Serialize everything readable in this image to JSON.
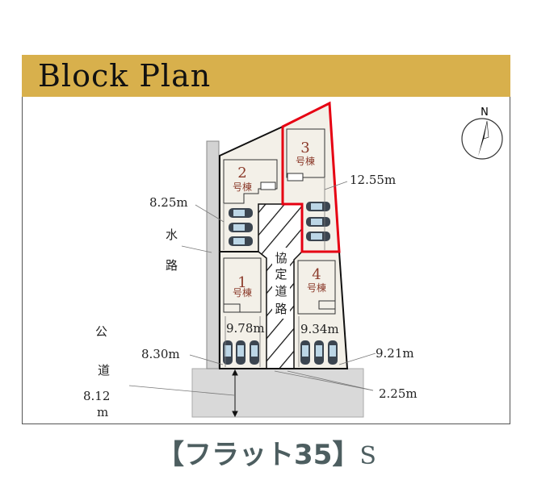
{
  "header": {
    "title": "Block Plan"
  },
  "compass": {
    "label": "N"
  },
  "lots": [
    {
      "number": "1",
      "suffix": "号棟",
      "frontage": "9.78m"
    },
    {
      "number": "2",
      "suffix": "号棟",
      "frontage": "8.25m"
    },
    {
      "number": "3",
      "suffix": "号棟",
      "frontage": "12.55m"
    },
    {
      "number": "4",
      "suffix": "号棟",
      "frontage": "9.34m"
    }
  ],
  "labels": {
    "waterway": [
      "水",
      "路"
    ],
    "agreement_road": [
      "協",
      "定",
      "道",
      "路"
    ],
    "public_road": [
      "公",
      "道"
    ],
    "road_width": [
      "8.12",
      "m"
    ],
    "lot1_road": "8.30m",
    "lot4_road": "9.21m",
    "agreement_road_width": "2.25m"
  },
  "footer": {
    "main": "【フラット35】",
    "suffix": "S"
  },
  "colors": {
    "header": "#d8b04c",
    "highlight": "#e60012",
    "lot_fill": "#f3f0e8",
    "road": "#d9d9d9"
  }
}
